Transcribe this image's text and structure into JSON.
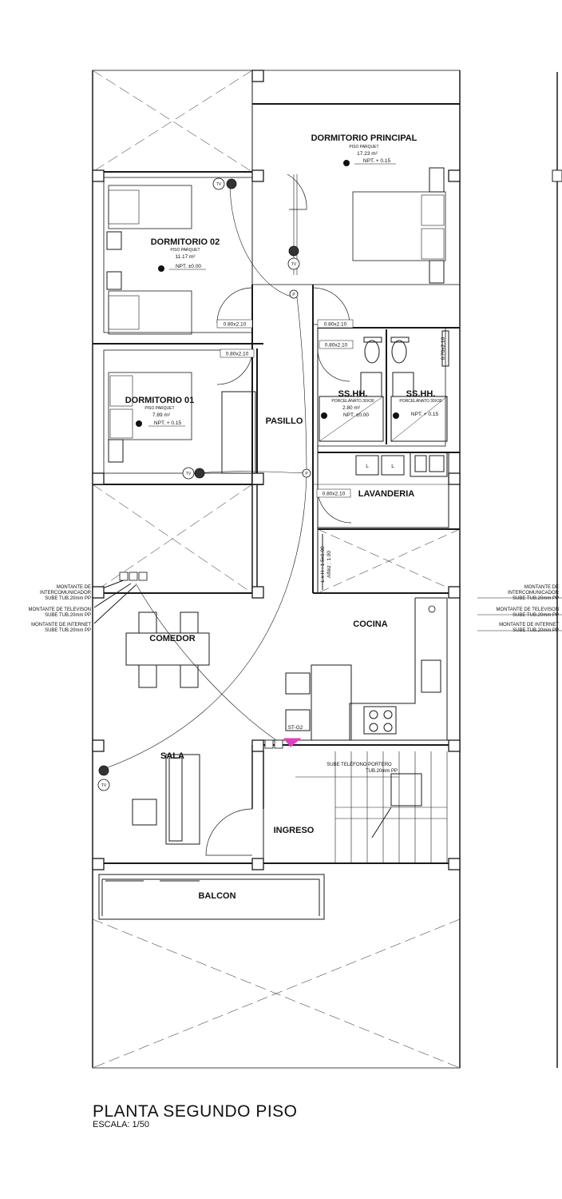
{
  "rooms": {
    "dormitorio_principal": {
      "name": "DORMITORIO PRINCIPAL",
      "floor": "PISO PARQUET",
      "area": "17.23 m²",
      "level": "NPT. + 0.15"
    },
    "dormitorio_02": {
      "name": "DORMITORIO 02",
      "floor": "PISO PARQUET",
      "area": "11.17 m²",
      "level": "NPT. ±0.00"
    },
    "dormitorio_01": {
      "name": "DORMITORIO 01",
      "floor": "PISO PARQUET",
      "area": "7.89 m²",
      "level": "NPT. + 0.15"
    },
    "sshh_1": {
      "name": "SS.HH.",
      "floor": "PORCELANATO 30X30",
      "area": "2.80 m²",
      "level": "NPT. ±0.00"
    },
    "sshh_2": {
      "name": "SS.HH.",
      "floor": "PORCELANATO 30X30",
      "level": "NPT. + 0.15"
    },
    "pasillo": "PASILLO",
    "lavanderia": "LAVANDERIA",
    "cocina": "COCINA",
    "comedor": "COMEDOR",
    "sala": "SALA",
    "ingreso": "INGRESO",
    "balcon": "BALCON"
  },
  "doors": {
    "d1": "0.80x2.10",
    "d2": "0.80x2.10",
    "d3": "0.80x2.10",
    "d4": "0.80x2.10",
    "d5": "0.70x2.10",
    "d6": "0.80x2.10"
  },
  "window_note": {
    "line1": "L x H : 1.5x1.00",
    "line2": "Alféiz : 1.00"
  },
  "annotations": {
    "montante_1a": "MONTANTE DE",
    "montante_1b": "INTERCOMUNICADOR",
    "montante_1c": "SUBE TUB.20mm PP",
    "montante_2a": "MONTANTE DE TELEVISON",
    "montante_2b": "SUBE TUB.20mm PP",
    "montante_3a": "MONTANTE DE INTERNET",
    "montante_3b": "SUBE TUB.20mm PP",
    "portero_a": "SUBE TELÉFONO PORTERO",
    "portero_b": "TUB.20mm PP",
    "st_g2": "ST-G2",
    "tv": "TV",
    "p": "P",
    "l": "L"
  },
  "title": {
    "main": "PLANTA SEGUNDO PISO",
    "scale": "ESCALA: 1/50"
  },
  "colors": {
    "line": "#1a1a1a",
    "accent": "#e040c0"
  }
}
